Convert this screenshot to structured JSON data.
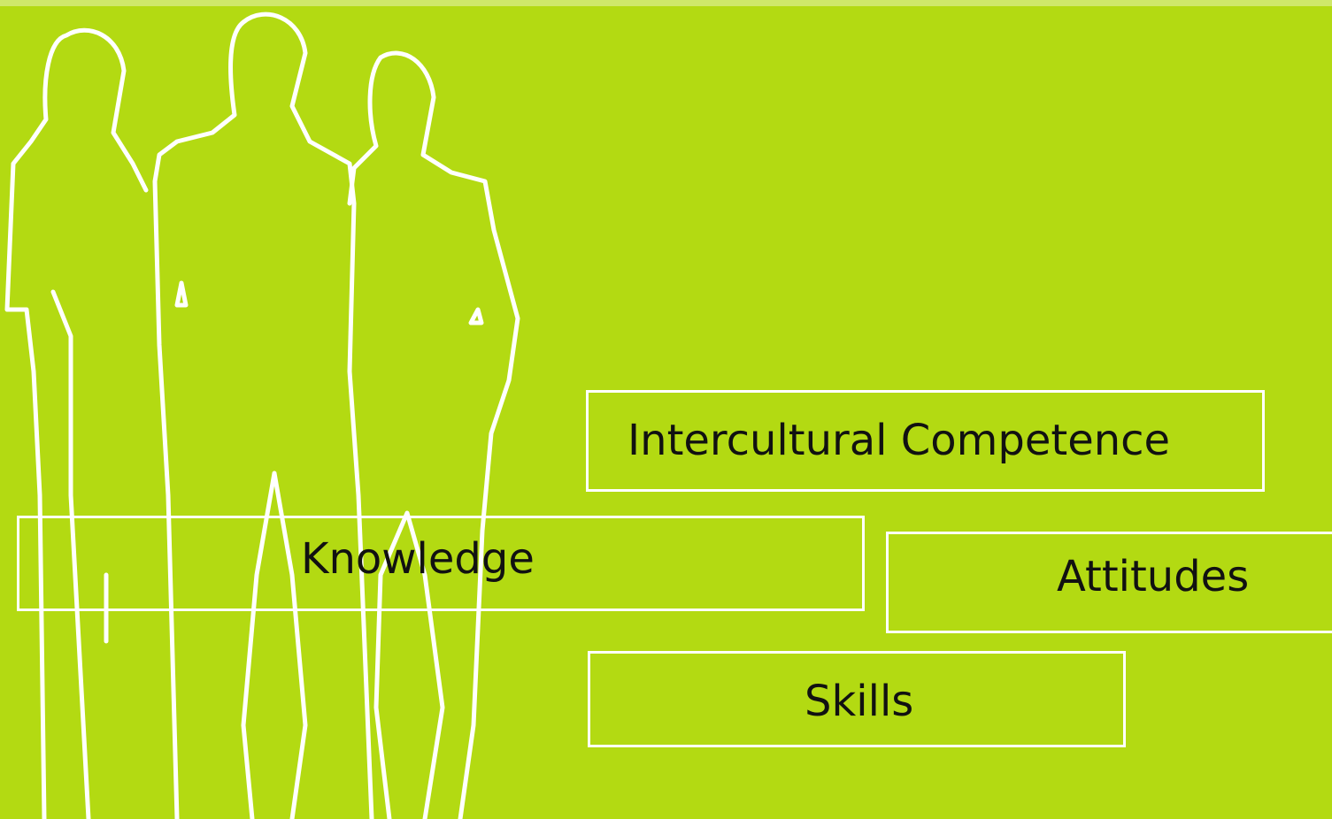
{
  "slide": {
    "background_color": "#b3da12",
    "outline_color": "#ffffff",
    "decoration": "three-people-silhouette-outline"
  },
  "diagram": {
    "center_label": "Intercultural Competence",
    "components": [
      {
        "label": "Knowledge"
      },
      {
        "label": "Attitudes"
      },
      {
        "label": "Skills"
      }
    ]
  }
}
